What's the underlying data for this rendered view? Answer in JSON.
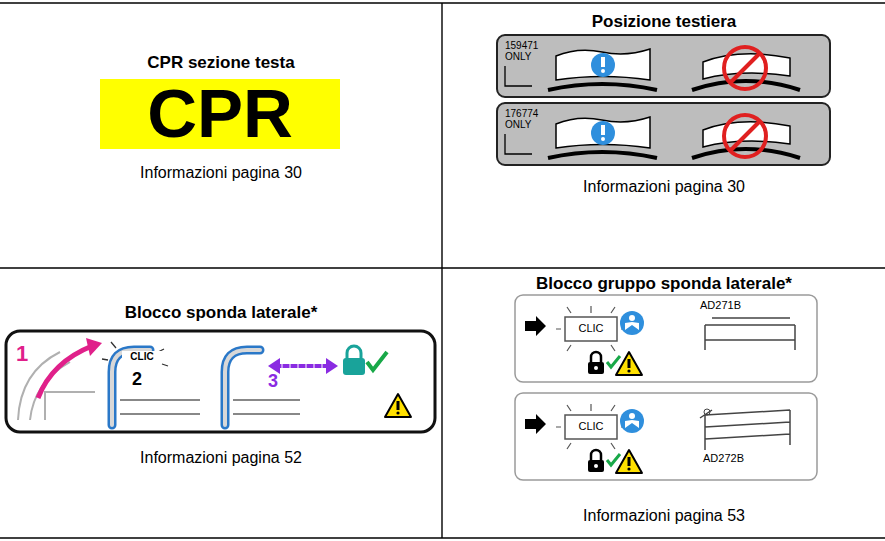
{
  "diagram": {
    "nodes": [
      {
        "text": [
          "CPR sezione testa",
          "Informazioni pagina 30"
        ]
      },
      {
        "text": [
          "CPR"
        ],
        "in": 0
      },
      {
        "text": [
          "Posizione testiera",
          "Informazioni pagina 30"
        ]
      },
      {
        "text": [
          "159471 ONLY"
        ],
        "in": 2
      },
      {
        "text": [
          "176774 ONLY"
        ],
        "in": 2
      },
      {
        "text": [
          "Blocco sponda laterale*",
          "Informazioni pagina 52"
        ]
      },
      {
        "text": [
          "1",
          "CLIC",
          "2",
          "3"
        ],
        "in": 5
      },
      {
        "text": [
          "Blocco gruppo sponda laterale*",
          "Informazioni pagina 53"
        ]
      },
      {
        "text": [
          "CLIC",
          "AD271B"
        ],
        "in": 7
      },
      {
        "text": [
          "CLIC",
          "AD272B"
        ],
        "in": 7
      }
    ]
  }
}
